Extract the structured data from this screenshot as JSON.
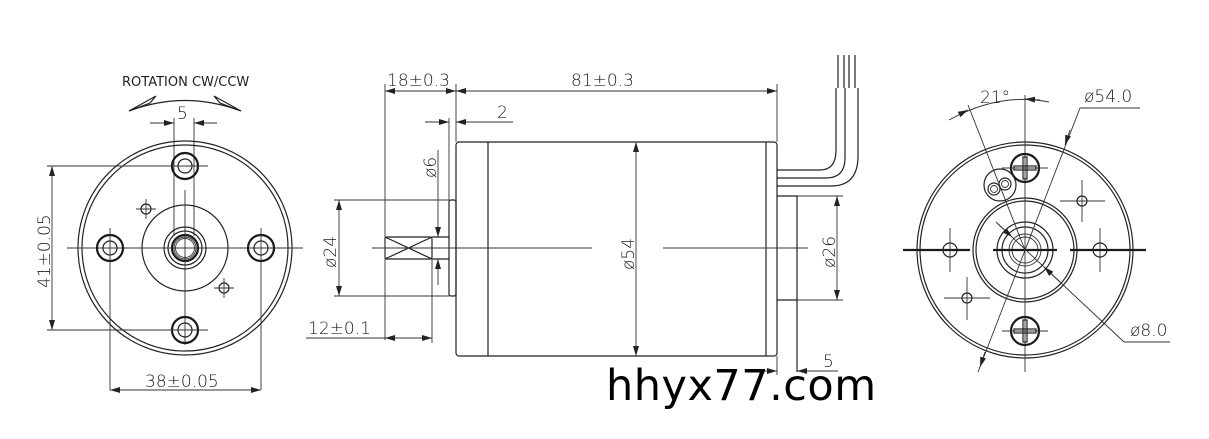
{
  "drawing": {
    "type": "motor dimension drawing",
    "views": [
      "front-view",
      "side-view",
      "rear-view"
    ]
  },
  "front_view": {
    "rotation_label": "ROTATION CW/CCW",
    "dims": {
      "slot_width": "5",
      "vertical_hole_spacing": "41±0.05",
      "horizontal_hole_spacing": "38±0.05"
    }
  },
  "side_view": {
    "dims": {
      "shaft_length": "18±0.3",
      "body_length": "81±0.3",
      "boss_thickness": "2",
      "shaft_diameter": "ø6",
      "boss_diameter": "ø24",
      "flat_length": "12±0.1",
      "body_diameter": "ø54",
      "rear_boss_diameter": "ø26",
      "rear_boss_length": "5"
    }
  },
  "rear_view": {
    "dims": {
      "angle": "21°",
      "outer_diameter": "ø54.0",
      "bearing_diameter": "ø8.0"
    }
  },
  "watermark": "hhyx77.com"
}
